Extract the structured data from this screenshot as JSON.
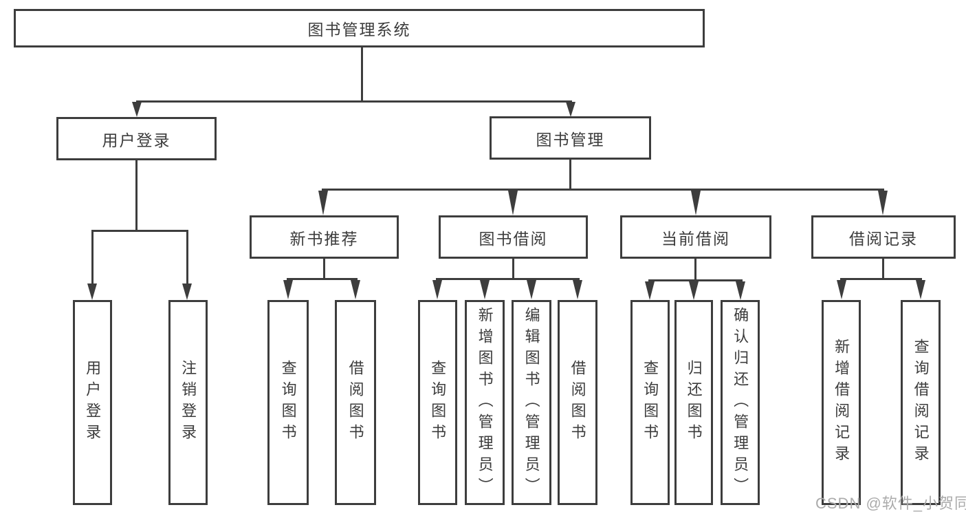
{
  "diagram": {
    "type": "hierarchy-flowchart",
    "tree": {
      "root": {
        "label": "图书管理系统"
      },
      "children": [
        {
          "label": "用户登录",
          "children": [
            {
              "label": "用户登录"
            },
            {
              "label": "注销登录"
            }
          ]
        },
        {
          "label": "图书管理",
          "children": [
            {
              "label": "新书推荐",
              "children": [
                {
                  "label": "查询图书"
                },
                {
                  "label": "借阅图书"
                }
              ]
            },
            {
              "label": "图书借阅",
              "children": [
                {
                  "label": "查询图书"
                },
                {
                  "label": "新增图书（管理员）"
                },
                {
                  "label": "编辑图书（管理员）"
                },
                {
                  "label": "借阅图书"
                }
              ]
            },
            {
              "label": "当前借阅",
              "children": [
                {
                  "label": "查询图书"
                },
                {
                  "label": "归还图书"
                },
                {
                  "label": "确认归还（管理员）"
                }
              ]
            },
            {
              "label": "借阅记录",
              "children": [
                {
                  "label": "新增借阅记录"
                },
                {
                  "label": "查询借阅记录"
                }
              ]
            }
          ]
        }
      ]
    },
    "watermark": "CSDN @软件_小贺同学",
    "colors": {
      "line": "#3d3d3d",
      "text": "#3c3c3c",
      "watermark": "#ababab",
      "background": "#ffffff"
    }
  }
}
